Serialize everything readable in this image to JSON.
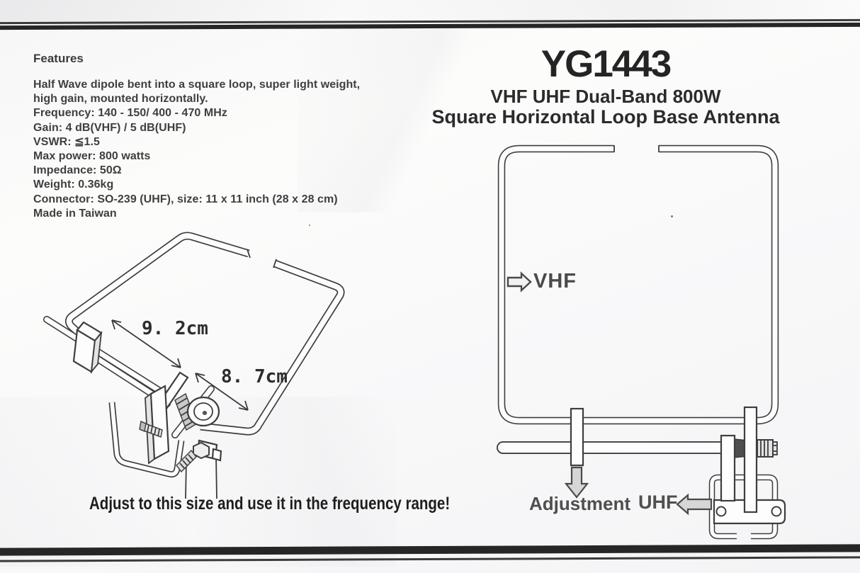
{
  "features": {
    "heading": "Features",
    "lines": [
      "Half Wave dipole bent into a square loop, super light weight,",
      "high gain, mounted horizontally.",
      "Frequency: 140 - 150/ 400 - 470 MHz",
      "Gain: 4 dB(VHF) / 5 dB(UHF)",
      "VSWR: ≦1.5",
      "Max power: 800 watts",
      "Impedance: 50Ω",
      "Weight: 0.36kg",
      "Connector: SO-239 (UHF), size: 11 x 11 inch (28 x 28 cm)",
      "Made in Taiwan"
    ]
  },
  "header": {
    "model": "YG1443",
    "subtitle_line1": "VHF UHF Dual-Band 800W",
    "subtitle_line2": "Square Horizontal Loop Base Antenna"
  },
  "perspective_diagram": {
    "dim_a": "9. 2cm",
    "dim_b": "8. 7cm",
    "caption": "Adjust to this size and use it in the frequency range!"
  },
  "schematic": {
    "vhf_label": "VHF",
    "adjustment_label": "Adjustment",
    "uhf_label": "UHF"
  },
  "colors": {
    "ink": "#3a3a3a",
    "rule": "#262626",
    "arrow_fill": "#d6d6d6"
  }
}
